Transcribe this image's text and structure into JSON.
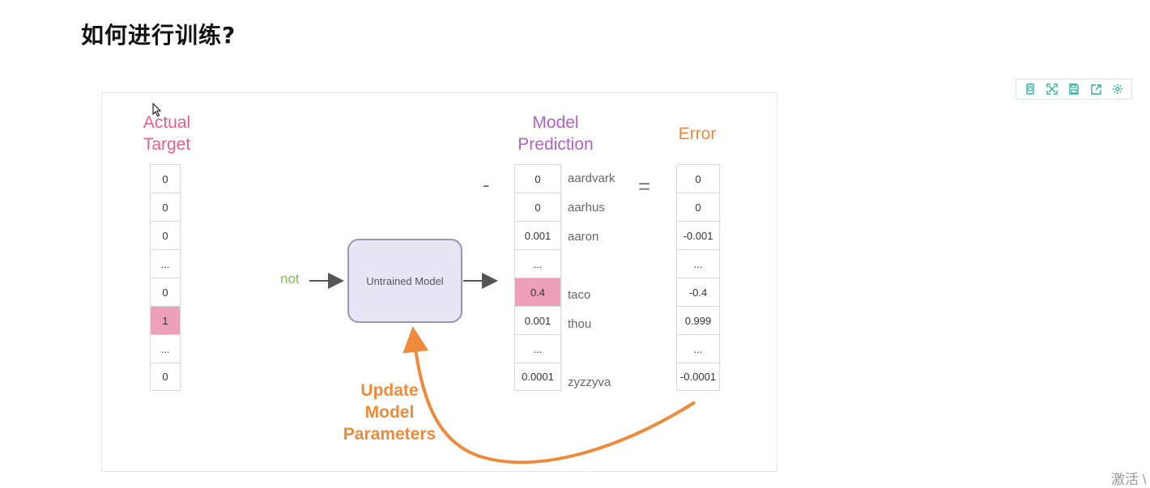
{
  "page": {
    "title": "如何进行训练?"
  },
  "toolbar": {
    "icons": [
      "copy-icon",
      "fullscreen-icon",
      "save-icon",
      "share-icon",
      "settings-icon"
    ]
  },
  "slide": {
    "actual_target": {
      "header_line1": "Actual",
      "header_line2": "Target",
      "cells": [
        "0",
        "0",
        "0",
        "...",
        "0",
        "1",
        "...",
        "0"
      ],
      "highlight_index": 5,
      "color": "#e45f8f"
    },
    "input_word": "not",
    "model_label": "Untrained Model",
    "minus_sign": "-",
    "equals_sign": "=",
    "prediction": {
      "header_line1": "Model",
      "header_line2": "Prediction",
      "cells": [
        "0",
        "0",
        "0.001",
        "...",
        "0.4",
        "0.001",
        "...",
        "0.0001"
      ],
      "highlight_index": 4,
      "color": "#b162c6"
    },
    "words": [
      "aardvark",
      "aarhus",
      "aaron",
      "",
      "taco",
      "thou",
      "",
      "zyzzyva"
    ],
    "error": {
      "header": "Error",
      "cells": [
        "0",
        "0",
        "-0.001",
        "...",
        "-0.4",
        "0.999",
        "...",
        "-0.0001"
      ],
      "color": "#ee8a3c"
    },
    "update": {
      "line1": "Update",
      "line2": "Model",
      "line3": "Parameters"
    }
  },
  "watermark": "激活 \\"
}
